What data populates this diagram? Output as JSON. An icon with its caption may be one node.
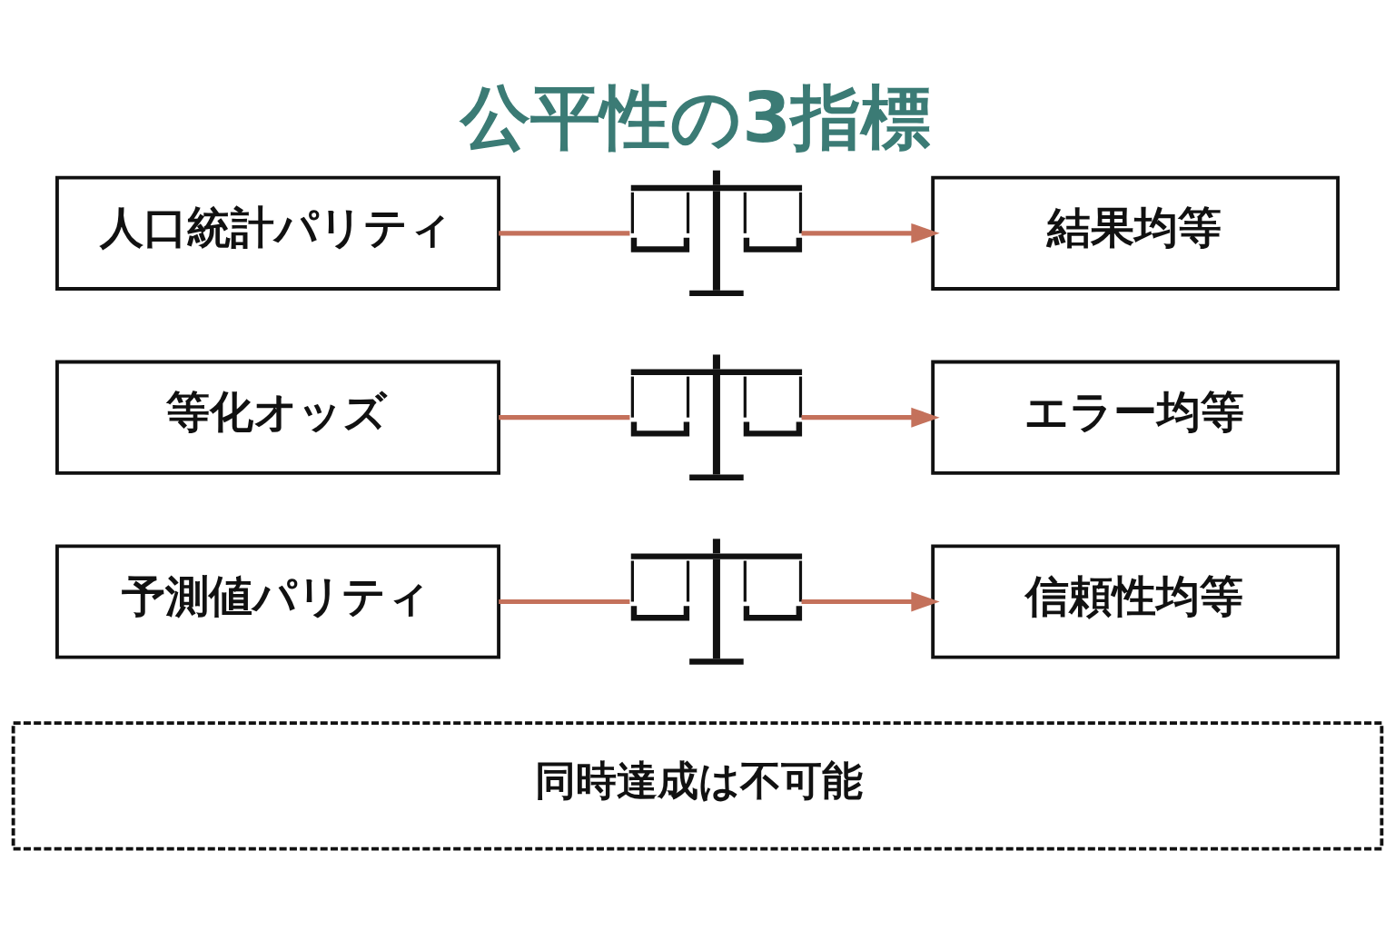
{
  "diagram": {
    "title": "公平性の3指標",
    "nodes": [
      {
        "text": [
          "人口統計パリティ"
        ]
      },
      {
        "text": [],
        "shape": "picture"
      },
      {
        "text": [
          "結果均等"
        ]
      },
      {
        "text": [
          "等化オッズ"
        ]
      },
      {
        "text": [],
        "shape": "picture"
      },
      {
        "text": [
          "エラー均等"
        ]
      },
      {
        "text": [
          "予測値パリティ"
        ]
      },
      {
        "text": [],
        "shape": "picture"
      },
      {
        "text": [
          "信頼性均等"
        ]
      },
      {
        "text": [
          "同時達成は不可能"
        ]
      }
    ],
    "edges": [
      {
        "from": 0,
        "to": 1,
        "arrow": "none"
      },
      {
        "from": 1,
        "to": 2,
        "arrow": "to"
      },
      {
        "from": 3,
        "to": 4,
        "arrow": "none"
      },
      {
        "from": 4,
        "to": 5,
        "arrow": "to"
      },
      {
        "from": 6,
        "to": 7,
        "arrow": "none"
      },
      {
        "from": 7,
        "to": 8,
        "arrow": "to"
      }
    ]
  }
}
